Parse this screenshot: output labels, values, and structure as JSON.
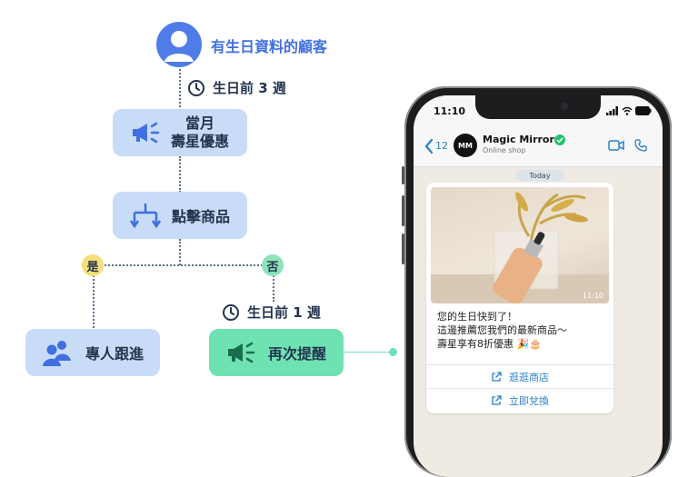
{
  "flow": {
    "start_label": "有生日資料的顧客",
    "timer1_label": "生日前 3 週",
    "promo_label_line1": "當月",
    "promo_label_line2": "壽星優惠",
    "click_label": "點擊商品",
    "yes_label": "是",
    "no_label": "否",
    "timer2_label": "生日前 1 週",
    "follow_label": "專人跟進",
    "remind_label": "再次提醒"
  },
  "phone": {
    "time": "11:10",
    "back_count": "12",
    "contact_name": "Magic Mirror",
    "contact_sub": "Online shop",
    "avatar_text": "MM",
    "date_chip": "Today",
    "image_time": "11:10",
    "message_line1": "您的生日快到了！",
    "message_line2": "這邊推薦您我們的最新商品～",
    "message_line3": "壽星享有8折優惠 🎉🎂",
    "button1": "逛逛商店",
    "button2": "立即兌換"
  },
  "colors": {
    "node_blue": "#c8dcf7",
    "node_green": "#6fe2b2",
    "accent_blue": "#3f6fe0",
    "link_blue": "#2a80c9"
  }
}
